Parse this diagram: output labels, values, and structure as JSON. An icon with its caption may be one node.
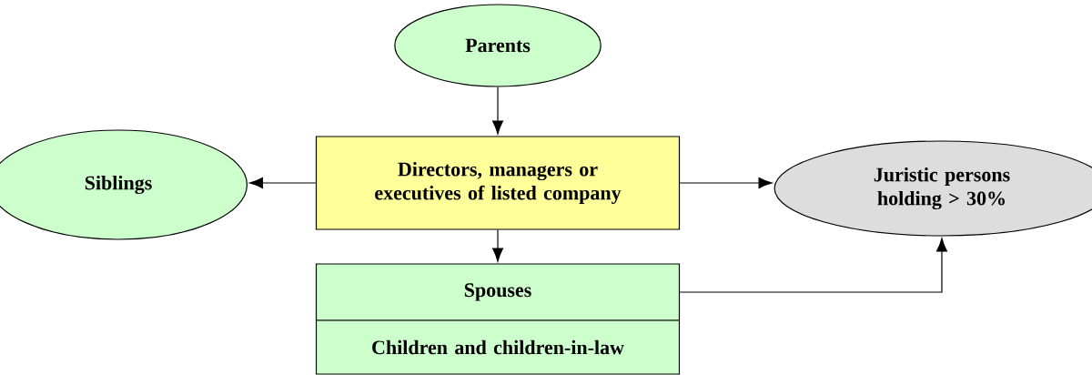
{
  "diagram": {
    "nodes": [
      {
        "text": [
          "Parents"
        ]
      },
      {
        "text": [
          "Siblings"
        ]
      },
      {
        "text": [
          "Directors, managers or executives of listed company"
        ]
      },
      {
        "text": [
          "Juristic persons holding > 30%"
        ]
      },
      {
        "text": [
          "Spouses"
        ]
      },
      {
        "text": [
          "Children and children-in-law"
        ]
      }
    ],
    "edges": [
      {
        "from": 0,
        "to": 2,
        "arrow": "to"
      },
      {
        "from": 2,
        "to": 1,
        "arrow": "to"
      },
      {
        "from": 2,
        "to": 3,
        "arrow": "to"
      },
      {
        "from": 2,
        "to": 4,
        "arrow": "to"
      },
      {
        "from": 4,
        "to": 3,
        "arrow": "to"
      }
    ]
  }
}
